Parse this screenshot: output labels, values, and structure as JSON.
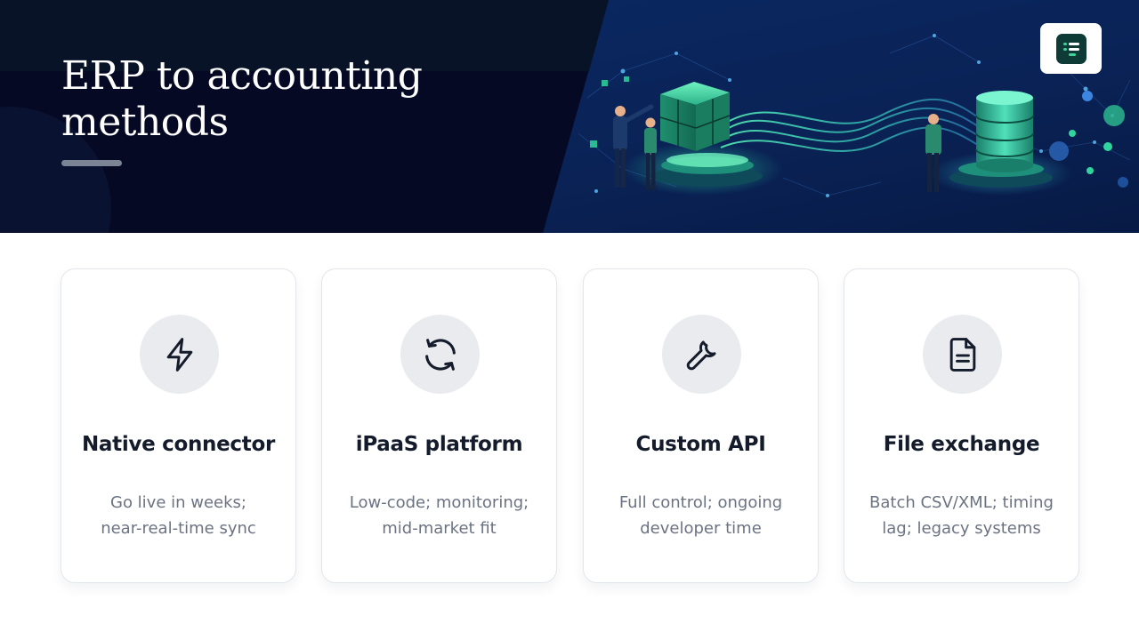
{
  "header": {
    "title_line1": "ERP to accounting",
    "title_line2": "methods"
  },
  "colors": {
    "hero_dark": "#050a24",
    "hero_blue": "#0b2a66",
    "accent_green": "#3fd49a",
    "card_border": "#e3e6eb",
    "icon_circle": "#e9ebef",
    "title_text": "#141b2b",
    "desc_text": "#6b7383"
  },
  "cards": [
    {
      "icon": "lightning-icon",
      "title": "Native connector",
      "desc_line1": "Go live in weeks;",
      "desc_line2": "near-real-time sync"
    },
    {
      "icon": "refresh-icon",
      "title": "iPaaS platform",
      "desc_line1": "Low-code; monitoring;",
      "desc_line2": "mid-market fit"
    },
    {
      "icon": "wrench-icon",
      "title": "Custom API",
      "desc_line1": "Full control; ongoing",
      "desc_line2": "developer time"
    },
    {
      "icon": "document-icon",
      "title": "File exchange",
      "desc_line1": "Batch CSV/XML; timing",
      "desc_line2": "lag; legacy systems"
    }
  ]
}
